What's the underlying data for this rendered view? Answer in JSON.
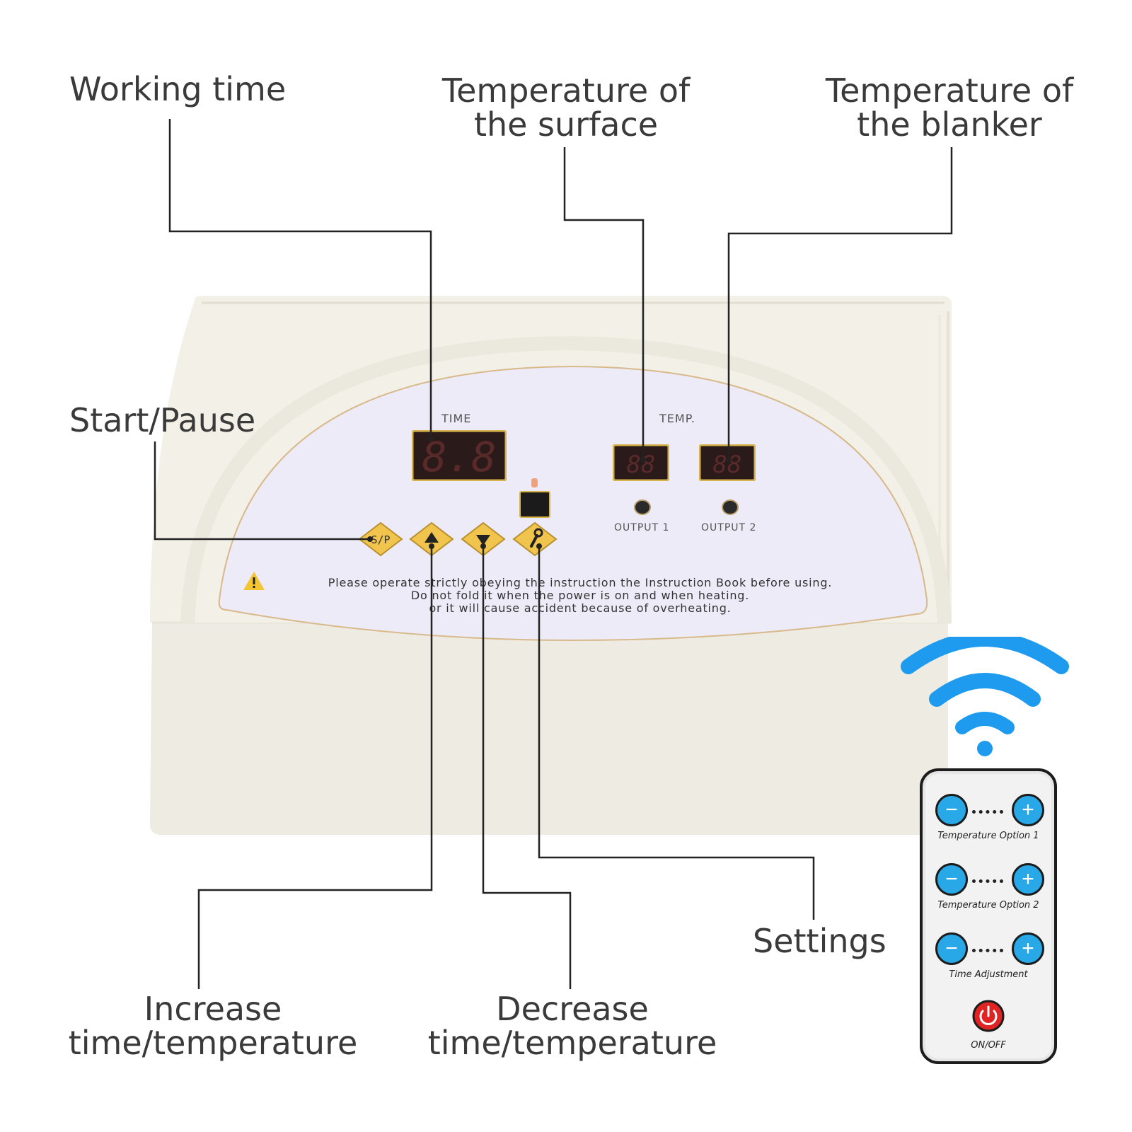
{
  "callouts": {
    "working_time": "Working time",
    "temp_surface_line1": "Temperature of",
    "temp_surface_line2": "the surface",
    "temp_blanket_line1": "Temperature of",
    "temp_blanket_line2": "the blanker",
    "start_pause": "Start/Pause",
    "increase_line1": "Increase",
    "increase_line2": "time/temperature",
    "decrease_line1": "Decrease",
    "decrease_line2": "time/temperature",
    "settings": "Settings"
  },
  "panel": {
    "time_label": "TIME",
    "temp_label": "TEMP.",
    "time_display": "8.8",
    "temp1_display": "88",
    "temp2_display": "88",
    "output1_label": "OUTPUT 1",
    "output2_label": "OUTPUT 2",
    "sp_button": "S/P",
    "warning_line1": "Please operate strictly obeying the instruction the Instruction Book before using.",
    "warning_line2": "Do not fold it when the power is on and when heating.",
    "warning_line3": "or it will cause accident because of overheating."
  },
  "remote": {
    "temp_option1": "Temperature Option 1",
    "temp_option2": "Temperature Option 2",
    "time_adjustment": "Time Adjustment",
    "on_off": "ON/OFF",
    "minus_symbol": "−",
    "plus_symbol": "+"
  },
  "colors": {
    "device_body": "#f2efe6",
    "panel_face": "#ecebf7",
    "panel_border": "#d8b98a",
    "button_gold": "#f1c44d",
    "display_red": "#5a2a2a",
    "wifi_blue": "#1e9bef",
    "remote_button_blue": "#29a8e8",
    "power_red": "#e02424"
  },
  "icons": {
    "warning": "warning-triangle-icon",
    "up": "up-arrow-icon",
    "down": "down-arrow-icon",
    "settings": "wrench-icon",
    "wifi": "wifi-signal-icon",
    "power": "power-icon"
  }
}
